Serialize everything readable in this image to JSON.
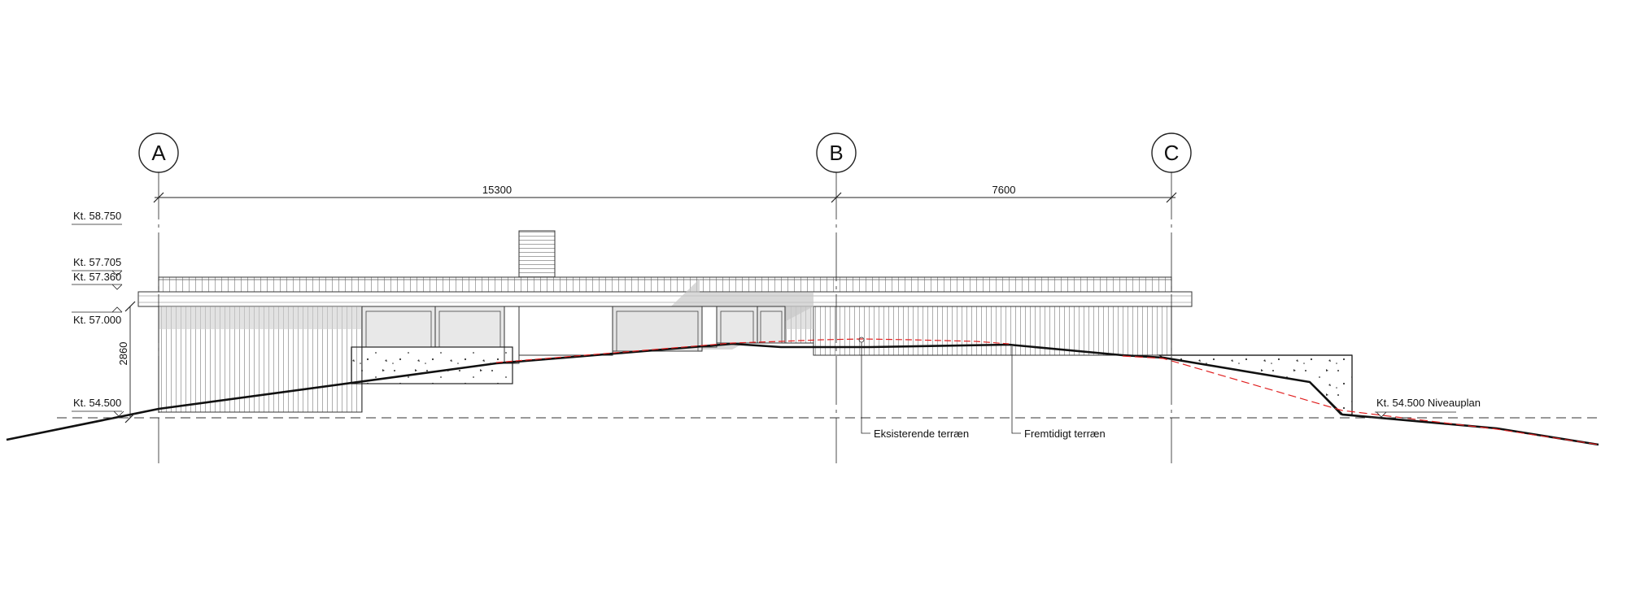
{
  "grid_labels": [
    "A",
    "B",
    "C"
  ],
  "dimensions": {
    "ab": "15300",
    "bc": "7600",
    "height": "2860"
  },
  "levels": {
    "l1": "Kt. 58.750",
    "l2": "Kt. 57.705",
    "l3": "Kt. 57.360",
    "l4": "Kt. 57.000",
    "l5": "Kt. 54.500",
    "datum": "Kt. 54.500 Niveauplan"
  },
  "annotations": {
    "existing": "Eksisterende terræn",
    "future": "Fremtidigt terræn"
  },
  "colors": {
    "line": "#111111",
    "existing_terrain": "#e02020",
    "shadow": "#c8c8c8",
    "wall_hatch": "#8a8a8a"
  }
}
